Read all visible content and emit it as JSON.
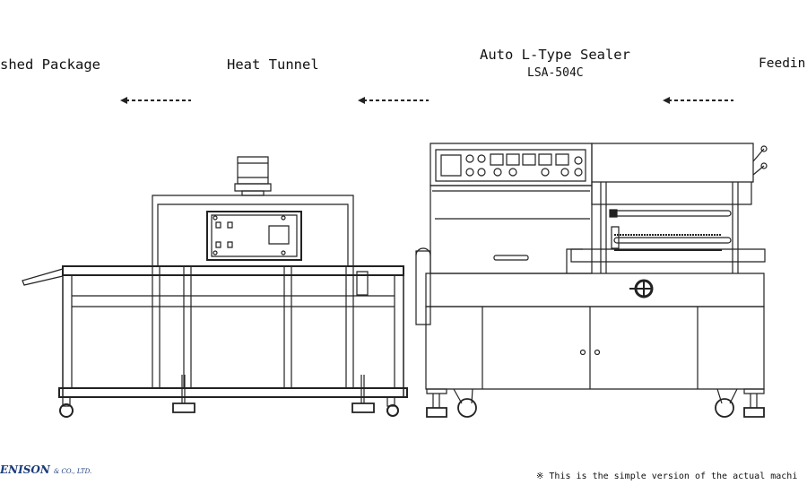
{
  "labels": {
    "finished_package": "shed Package",
    "heat_tunnel": "Heat Tunnel",
    "sealer_title": "Auto L-Type Sealer",
    "sealer_model": "LSA-504C",
    "feeding": "Feedin"
  },
  "footer": {
    "brand": "ENISON",
    "brand_suffix": "& CO., LTD.",
    "note": "※ This is the simple version of the actual machi"
  },
  "colors": {
    "line": "#222222",
    "brand": "#1a3a7a"
  }
}
